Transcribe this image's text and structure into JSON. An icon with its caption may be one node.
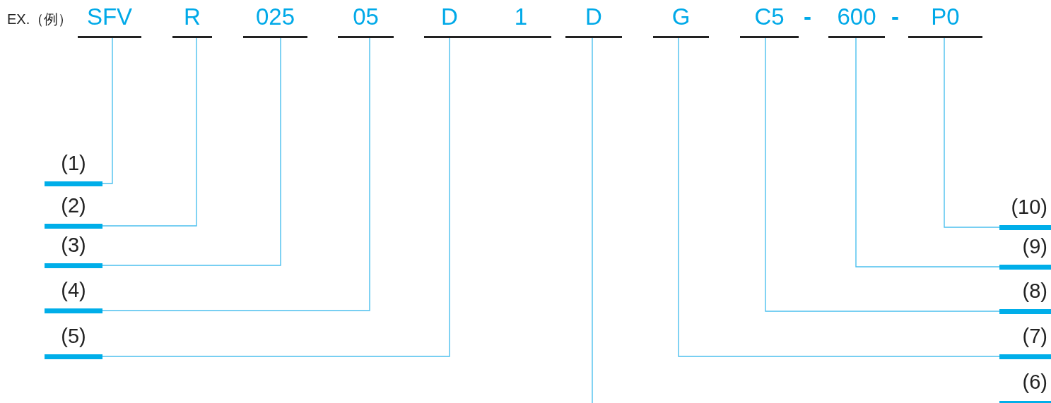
{
  "diagram": {
    "nodes": [
      {
        "text": [
          "SFV"
        ]
      },
      {
        "text": [
          "R"
        ]
      },
      {
        "text": [
          "025"
        ]
      },
      {
        "text": [
          "05"
        ]
      },
      {
        "text": [
          "D",
          "1"
        ]
      },
      {
        "text": [
          "D"
        ]
      },
      {
        "text": [
          "G"
        ]
      },
      {
        "text": [
          "C5"
        ]
      },
      {
        "text": [
          "600"
        ]
      },
      {
        "text": [
          "P0"
        ]
      },
      {
        "text": [
          "(1)"
        ]
      },
      {
        "text": [
          "(2)"
        ]
      },
      {
        "text": [
          "(3)"
        ]
      },
      {
        "text": [
          "(4)"
        ]
      },
      {
        "text": [
          "(5)"
        ]
      },
      {
        "text": [
          "(10)"
        ]
      },
      {
        "text": [
          "(9)"
        ]
      },
      {
        "text": [
          "(8)"
        ]
      },
      {
        "text": [
          "(7)"
        ]
      },
      {
        "text": [
          "(6)"
        ]
      }
    ],
    "edges": [
      {
        "from": 0,
        "to": 10,
        "arrow": "none"
      },
      {
        "from": 1,
        "to": 11,
        "arrow": "none"
      },
      {
        "from": 2,
        "to": 12,
        "arrow": "none"
      },
      {
        "from": 3,
        "to": 13,
        "arrow": "none"
      },
      {
        "from": 4,
        "to": 14,
        "arrow": "none"
      },
      {
        "from": 5,
        "to": null,
        "arrow": "none"
      },
      {
        "from": 6,
        "to": 18,
        "arrow": "none"
      },
      {
        "from": 7,
        "to": 17,
        "arrow": "none"
      },
      {
        "from": 8,
        "to": 16,
        "arrow": "none"
      },
      {
        "from": 9,
        "to": 15,
        "arrow": "none"
      }
    ],
    "labels": [
      "EX.（例）",
      "-",
      "-"
    ]
  }
}
